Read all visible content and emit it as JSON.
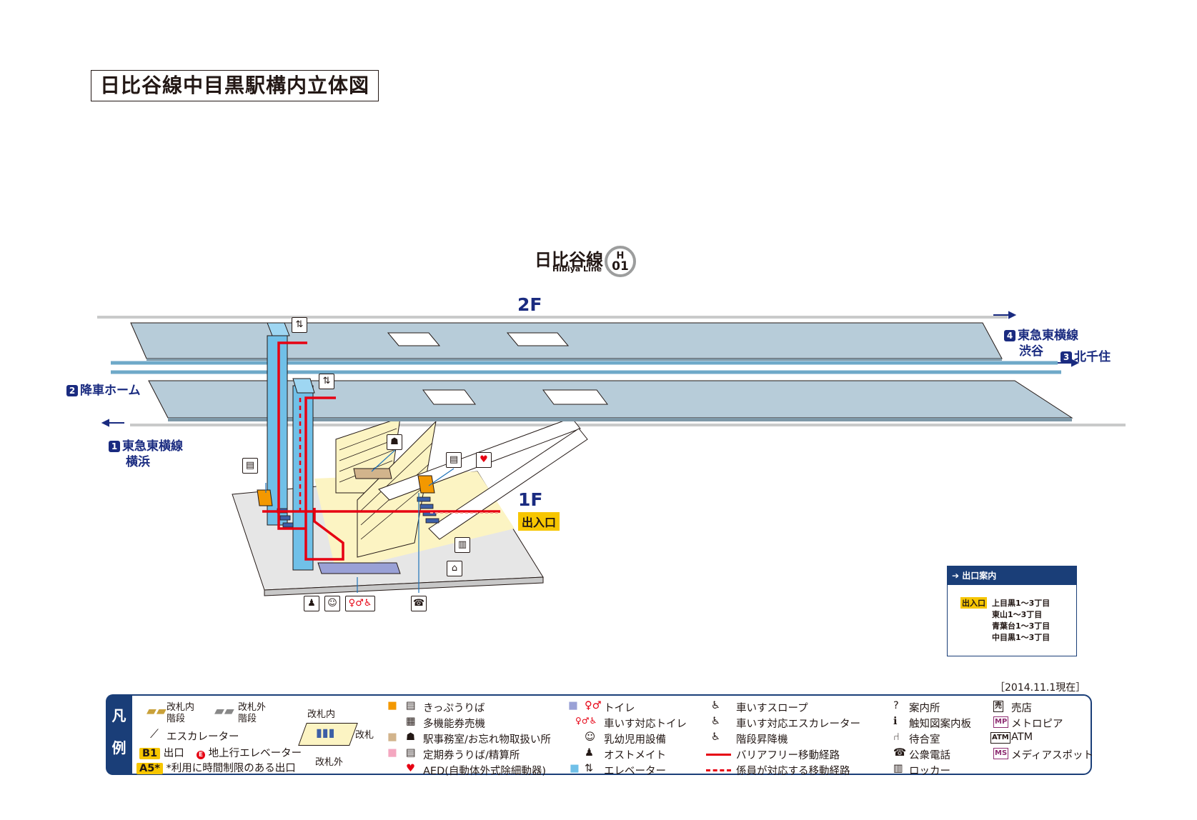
{
  "title": "日比谷線中目黒駅構内立体図",
  "line": {
    "name": "日比谷線",
    "name_en": "Hibiya Line",
    "code_letter": "H",
    "code_number": "01"
  },
  "floors": {
    "upper": "2F",
    "lower": "1F"
  },
  "destinations": {
    "d4_num": "4",
    "d4_line": "東急東横線",
    "d4_dest": "渋谷",
    "d3_num": "3",
    "d3_dest": "北千住",
    "d2_num": "2",
    "d2_label": "降車ホーム",
    "d1_num": "1",
    "d1_line": "東急東横線",
    "d1_dest": "横浜"
  },
  "exit_label": "出入口",
  "exit_panel": {
    "title": "出口案内",
    "tag": "出入口",
    "areas": [
      "上目黒1～3丁目",
      "東山1～3丁目",
      "青葉台1～3丁目",
      "中目黒1～3丁目"
    ]
  },
  "date": "［2014.11.1現在］",
  "legend": {
    "tab_top": "凡",
    "tab_bottom": "例",
    "stairs_in_1": "改札内",
    "stairs_in_2": "階段",
    "stairs_out_1": "改札外",
    "stairs_out_2": "階段",
    "escalator": "エスカレーター",
    "exit_badge": "B1",
    "exit_text": "出口",
    "elev_badge": "E",
    "elev_text": "地上行エレベーター",
    "limited_badge": "A5*",
    "limited_text": "*利用に時間制限のある出口",
    "gate_in": "改札内",
    "gate": "改札",
    "gate_out": "改札外",
    "items_col1": [
      "きっぷうりば",
      "多機能券売機",
      "駅事務室/お忘れ物取扱い所",
      "定期券うりば/精算所",
      "AED(自動体外式除細動器)"
    ],
    "items_col2": [
      "トイレ",
      "車いす対応トイレ",
      "乳幼児用設備",
      "オストメイト",
      "エレベーター"
    ],
    "items_col3": [
      "車いすスロープ",
      "車いす対応エスカレーター",
      "階段昇降機",
      "バリアフリー移動経路",
      "係員が対応する移動経路"
    ],
    "items_col4": [
      "案内所",
      "触知図案内板",
      "待合室",
      "公衆電話",
      "ロッカー"
    ],
    "items_col5": [
      "売店",
      "メトロピア",
      "ATM",
      "メディアスポット"
    ],
    "marks_col5": [
      "売",
      "MP",
      "ATM",
      "MS"
    ]
  },
  "colors": {
    "navy": "#1a2b80",
    "route_red": "#e60012",
    "exit_yellow": "#f7c600",
    "platform": "#b7ccd9",
    "concourse": "#fcf4c3"
  }
}
